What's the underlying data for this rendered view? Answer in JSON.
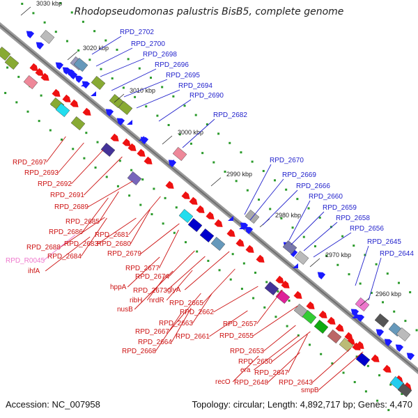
{
  "title": "Rhodopseudomonas palustris BisB5, complete genome",
  "accession": "Accession: NC_007958",
  "summary": "Topology: circular; Length: 4,892,717 bp; Genes: 4,470",
  "colors": {
    "forward": "#ee1111",
    "reverse": "#1a1aff",
    "label_top": "#2222cc",
    "label_bottom": "#cc1111",
    "rna": "#ee77cc",
    "backbone": "#8a8a8a",
    "tick": "#2a9a2a"
  },
  "scale_ticks": [
    "3030 kbp",
    "3020 kbp",
    "3010 kbp",
    "3000 kbp",
    "2990 kbp",
    "2980 kbp",
    "2970 kbp",
    "2960 kbp"
  ],
  "labels_top": [
    "RPD_2702",
    "RPD_2700",
    "RPD_2698",
    "RPD_2696",
    "RPD_2695",
    "RPD_2694",
    "RPD_2690",
    "RPD_2682",
    "RPD_2670",
    "RPD_2669",
    "RPD_2666",
    "RPD_2660",
    "RPD_2659",
    "RPD_2658",
    "RPD_2656",
    "RPD_2645",
    "RPD_2644"
  ],
  "labels_bottom": [
    "RPD_2697",
    "RPD_2693",
    "RPD_2692",
    "RPD_2691",
    "RPD_2689",
    "RPD_2685",
    "RPD_2686",
    "RPD_2681",
    "RPD_2683",
    "RPD_2688",
    "RPD_2680",
    "RPD_2684",
    "RPD_R0045",
    "RPD_2679",
    "ihfA",
    "RPD_2677",
    "RPD_2674",
    "hppA",
    "RPD_2673",
    "glyA",
    "ribH",
    "nrdR",
    "RPD_2665",
    "nusB",
    "RPD_2662",
    "RPD_2663",
    "RPD_2657",
    "RPD_2667",
    "RPD_2661",
    "RPD_2655",
    "RPD_2664",
    "RPD_2668",
    "RPD_2653",
    "RPD_2650",
    "era",
    "RPD_2647",
    "recO",
    "RPD_2648",
    "RPD_2643",
    "smpB"
  ]
}
